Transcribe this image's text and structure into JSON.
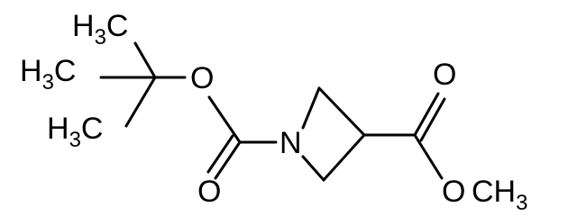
{
  "labels": {
    "methyl_top": {
      "main": "H",
      "sub": "3",
      "tail": "C"
    },
    "methyl_middle": {
      "main": "H",
      "sub": "3",
      "tail": "C"
    },
    "methyl_bottom": {
      "main": "H",
      "sub": "3",
      "tail": "C"
    },
    "ester_oxygen_boc": "O",
    "nitrogen": "N",
    "carbonyl_oxygen_boc": "O",
    "carbonyl_oxygen_ester": "O",
    "methoxy_oxygen": "O",
    "methoxy_group": {
      "main": "CH",
      "sub": "3"
    }
  }
}
